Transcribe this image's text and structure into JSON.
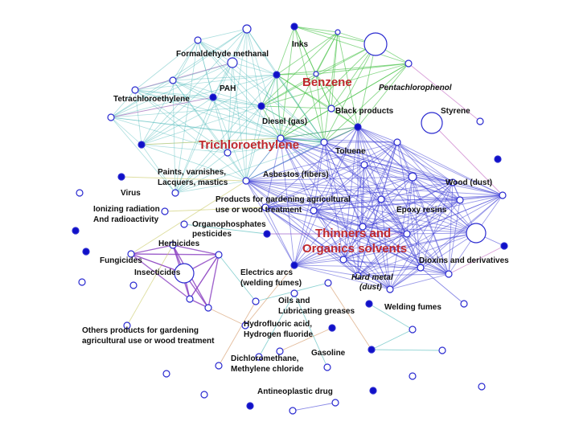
{
  "colors": {
    "node_stroke": "#2a2ad0",
    "node_filled": "#1010c8",
    "node_open": "#ffffff",
    "edge_blue": "#3b3bd6",
    "edge_green": "#3fbf3f",
    "edge_teal": "#45b5b5",
    "edge_purple": "#8a3fc0",
    "edge_magenta": "#c060c0",
    "edge_yellow": "#c8c860",
    "edge_orange": "#d0905a",
    "highlight_label": "#c0282d"
  },
  "labels": {
    "inks": "Inks",
    "formaldehyde": "Formaldehyde methanal",
    "benzene": "Benzene",
    "pentachlorophenol": "Pentachlorophenol",
    "pah": "PAH",
    "tetrachloroethylene": "Tetrachloroethylene",
    "black_products": "Black products",
    "styrene": "Styrene",
    "diesel": "Diesel (gas)",
    "trichloroethylene": "Trichloroethylene",
    "toluene": "Toluene",
    "paints_1": "Paints, varnishes,",
    "paints_2": "Lacquers, mastics",
    "asbestos": "Asbestos (fibers)",
    "wood": "Wood (dust)",
    "virus": "Virus",
    "gardening_1": "Products for gardening agricultural",
    "gardening_2": "use or wood treatment",
    "ionizing_1": "Ionizing radiation",
    "ionizing_2": "And radioactivity",
    "epoxy": "Epoxy resins",
    "organophosphates_1": "Organophosphates",
    "organophosphates_2": "pesticides",
    "thinners_1": "Thinners and",
    "thinners_2": "Organics solvents",
    "herbicides": "Herbicides",
    "fungicides": "Fungicides",
    "dioxins": "Dioxins and derivatives",
    "electrics_1": "Electrics arcs",
    "electrics_2": "(welding fumes)",
    "insecticides": "Insecticides",
    "hard_metal_1": "Hard metal",
    "hard_metal_2": "(dust)",
    "oils_1": "Oils and",
    "oils_2": "Lubricating greases",
    "welding_fumes": "Welding fumes",
    "others_1": "Others products for gardening",
    "others_2": "agricultural use or wood treatment",
    "hydrofluoric_1": "Hydrofluoric acid,",
    "hydrofluoric_2": "Hydrogen fluoride",
    "gasoline": "Gasoline",
    "dichloromethane_1": "Dichloromethane,",
    "dichloromethane_2": "Methylene chloride",
    "antineoplastic": "Antineoplastic drug"
  }
}
